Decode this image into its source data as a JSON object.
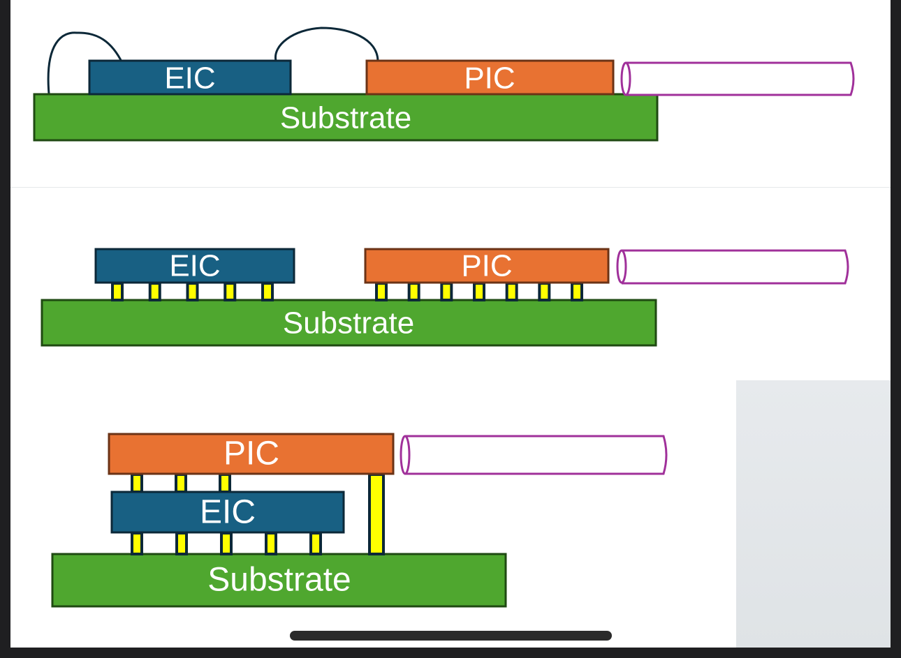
{
  "colors": {
    "substrate_fill": "#4fa72f",
    "substrate_stroke": "#1f4a12",
    "eic_fill": "#186083",
    "eic_stroke": "#0c2838",
    "pic_fill": "#e87232",
    "pic_stroke": "#6b3316",
    "bump_fill": "#ffff00",
    "bump_stroke": "#0c2838",
    "fiber_stroke": "#a0309a",
    "wire_stroke": "#0c2838"
  },
  "diagrams": [
    {
      "name": "wire-bonded",
      "substrate_label": "Substrate",
      "eic_label": "EIC",
      "pic_label": "PIC",
      "interconnect": "wire bonds",
      "wire_bond_count": 2
    },
    {
      "name": "flip-chip-side-by-side",
      "substrate_label": "Substrate",
      "eic_label": "EIC",
      "pic_label": "PIC",
      "interconnect": "solder bumps",
      "eic_bump_count": 5,
      "pic_bump_count": 7
    },
    {
      "name": "3d-stacked",
      "substrate_label": "Substrate",
      "eic_label": "EIC",
      "pic_label": "PIC",
      "interconnect": "stacked bumps with pillar",
      "pic_to_eic_bump_count": 3,
      "eic_to_substrate_bump_count": 5,
      "pillar_count": 1
    }
  ]
}
